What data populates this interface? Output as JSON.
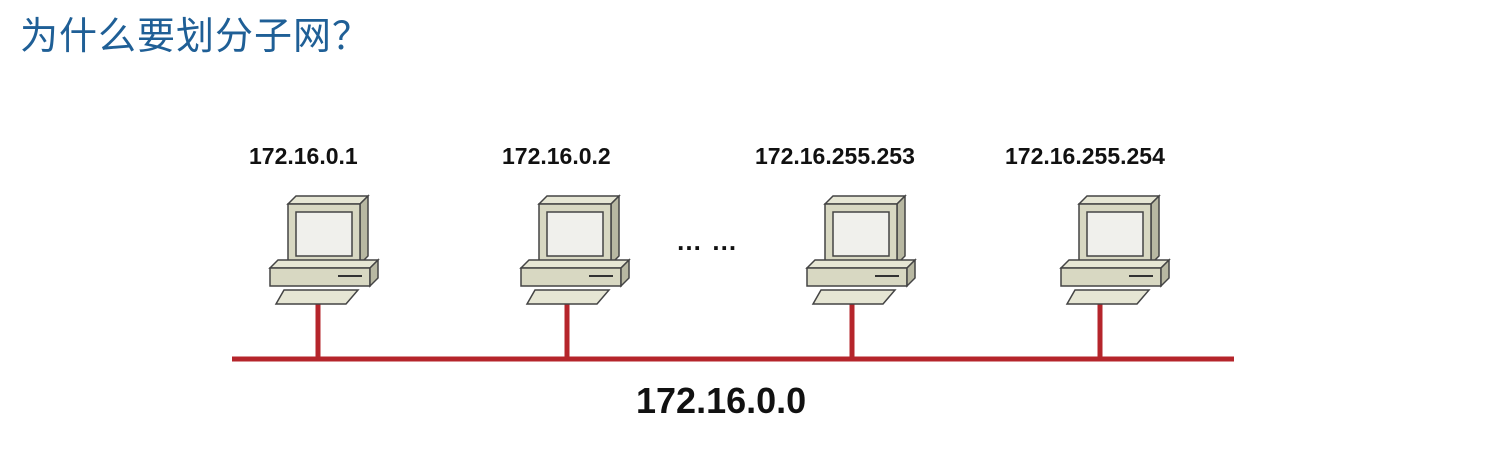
{
  "title": "为什么要划分子网？",
  "hosts": [
    {
      "ip": "172.16.0.1"
    },
    {
      "ip": "172.16.0.2"
    },
    {
      "ip": "172.16.255.253"
    },
    {
      "ip": "172.16.255.254"
    }
  ],
  "ellipsis": "… …",
  "network": {
    "address": "172.16.0.0"
  },
  "colors": {
    "title": "#1f5f96",
    "bus_line": "#b5252b",
    "computer_body": "#d8d8c2",
    "computer_outline": "#555555",
    "screen": "#f0f0ec"
  },
  "icons": {
    "host": "desktop-computer-icon"
  }
}
